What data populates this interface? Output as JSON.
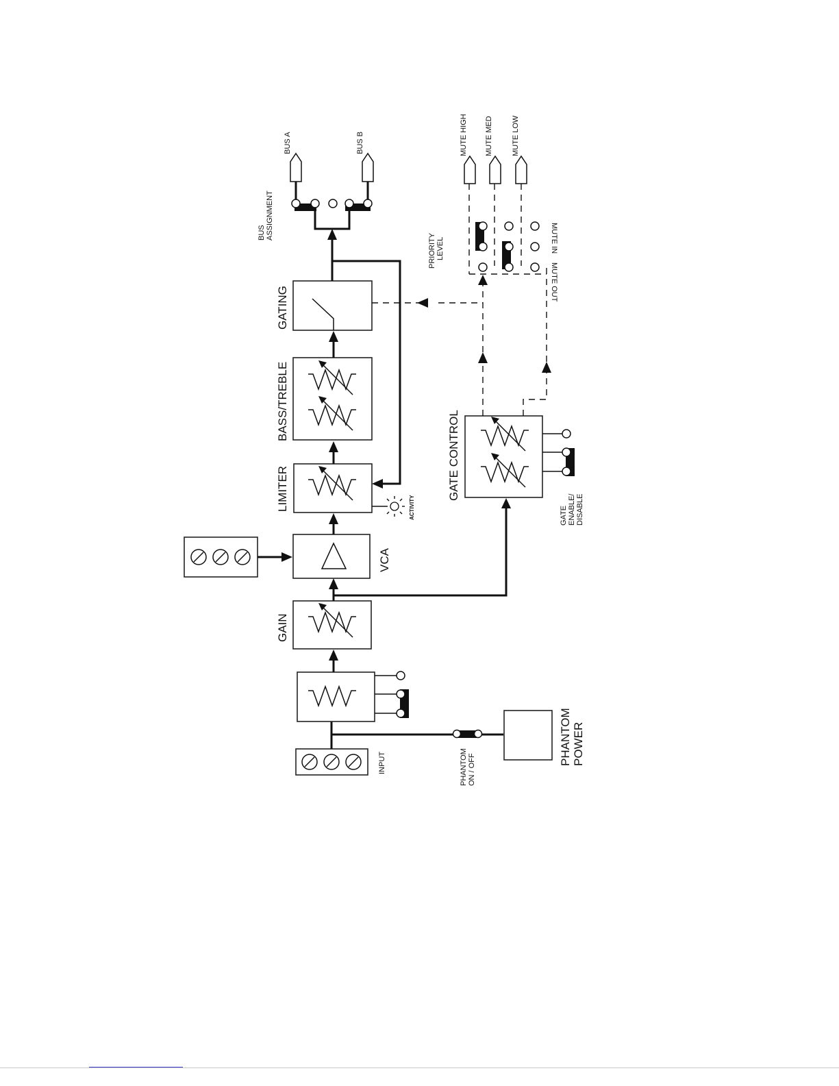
{
  "labels": {
    "input": "INPUT",
    "gain": "GAIN",
    "vca": "VCA",
    "limiter": "LIMITER",
    "activity": "ACTIVITY",
    "bass_treble": "BASS/TREBLE",
    "gating": "GATING",
    "bus_assignment": [
      "BUS",
      "ASSIGNMENT"
    ],
    "bus_a": "BUS A",
    "bus_b": "BUS B",
    "mute_high": "MUTE HIGH",
    "mute_med": "MUTE MED",
    "mute_low": "MUTE LOW",
    "priority_level": [
      "PRIORITY",
      "LEVEL"
    ],
    "mute_in": "MUTE IN",
    "mute_out": "MUTE OUT",
    "gate_control": "GATE CONTROL",
    "gate_enable": [
      "GATE",
      "ENABLE/",
      "DISABLE"
    ],
    "phantom_on_off": [
      "PHANTOM",
      "ON / OFF"
    ],
    "phantom_power": [
      "PHANTOM",
      "POWER"
    ]
  }
}
